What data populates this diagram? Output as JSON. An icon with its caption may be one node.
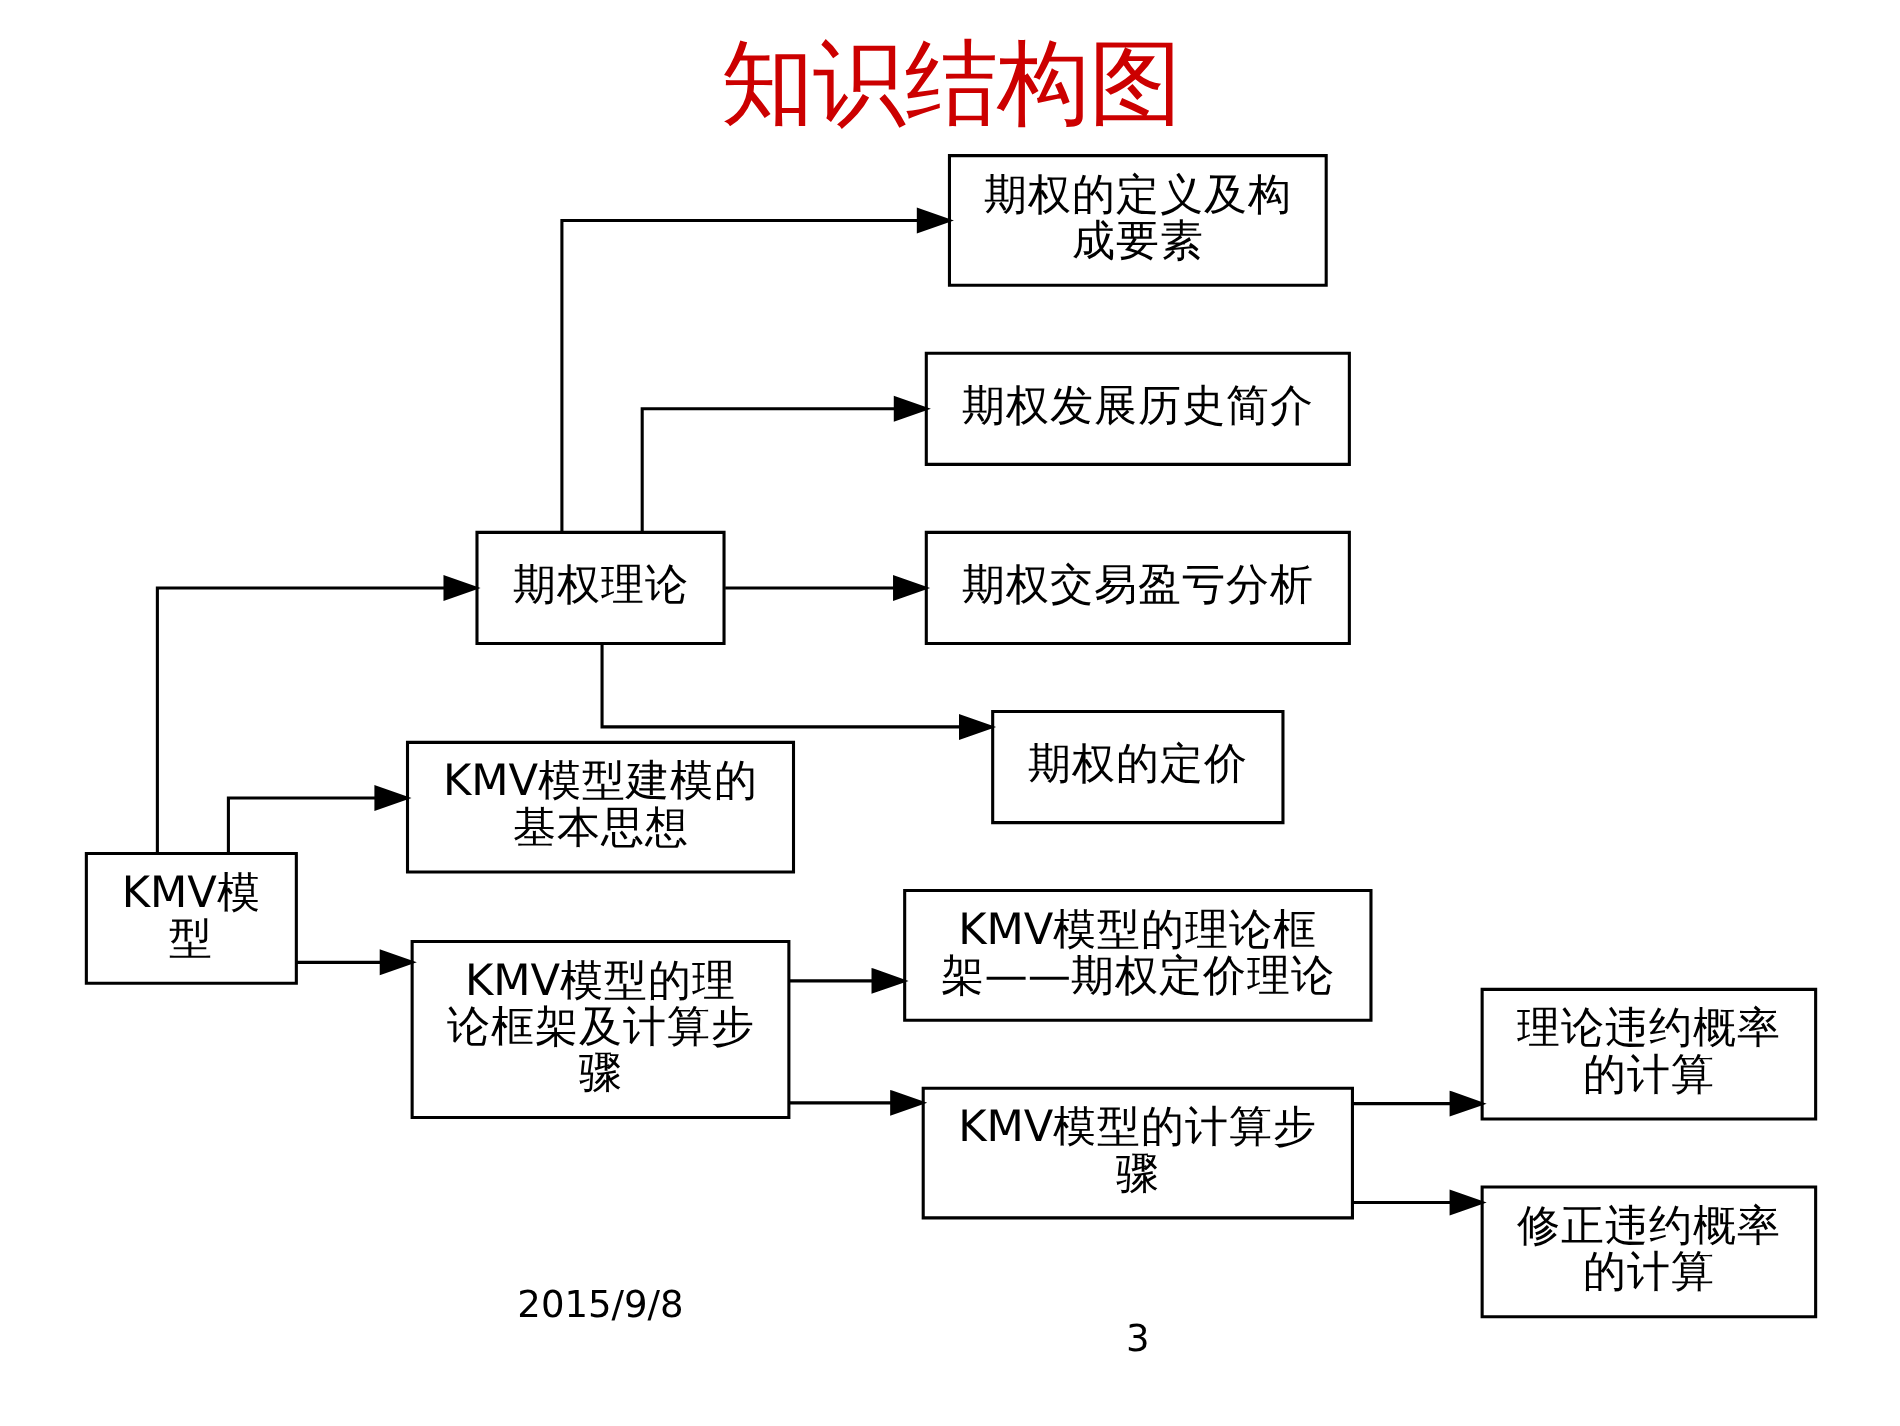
{
  "diagram": {
    "title": "知识结构图",
    "nodes": [
      {
        "text": [
          "KMV模型"
        ]
      },
      {
        "text": [
          "期权理论"
        ]
      },
      {
        "text": [
          "KMV模型建模的基本思想"
        ]
      },
      {
        "text": [
          "KMV模型的理论框架及计算步骤"
        ]
      },
      {
        "text": [
          "期权的定义及构成要素"
        ]
      },
      {
        "text": [
          "期权发展历史简介"
        ]
      },
      {
        "text": [
          "期权交易盈亏分析"
        ]
      },
      {
        "text": [
          "期权的定价"
        ]
      },
      {
        "text": [
          "KMV模型的理论框架——期权定价理论"
        ]
      },
      {
        "text": [
          "KMV模型的计算步骤"
        ]
      },
      {
        "text": [
          "理论违约概率的计算"
        ]
      },
      {
        "text": [
          "修正违约概率的计算"
        ]
      }
    ],
    "edges": [
      {
        "from": 0,
        "to": 1,
        "arrow": "to"
      },
      {
        "from": 0,
        "to": 2,
        "arrow": "to"
      },
      {
        "from": 0,
        "to": 3,
        "arrow": "to"
      },
      {
        "from": 1,
        "to": 4,
        "arrow": "to"
      },
      {
        "from": 1,
        "to": 5,
        "arrow": "to"
      },
      {
        "from": 1,
        "to": 6,
        "arrow": "to"
      },
      {
        "from": 1,
        "to": 7,
        "arrow": "to"
      },
      {
        "from": 3,
        "to": 8,
        "arrow": "to"
      },
      {
        "from": 3,
        "to": 9,
        "arrow": "to"
      },
      {
        "from": 9,
        "to": 10,
        "arrow": "to"
      },
      {
        "from": 9,
        "to": 11,
        "arrow": "to"
      }
    ],
    "labels": [
      "2015/9/8",
      "3"
    ]
  }
}
